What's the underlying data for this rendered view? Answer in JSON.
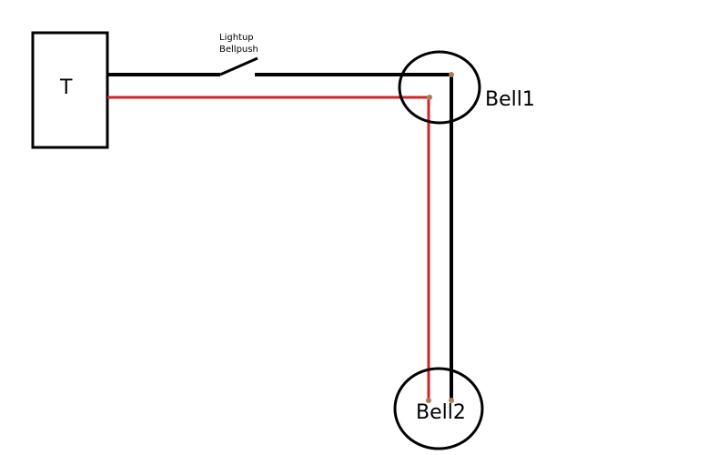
{
  "diagram": {
    "transformer": {
      "label": "T"
    },
    "switch": {
      "label_line1": "Lightup",
      "label_line2": "Bellpush"
    },
    "bell1": {
      "label": "Bell1"
    },
    "bell2": {
      "label": "Bell2"
    },
    "colors": {
      "black_wire": "#000000",
      "red_wire": "#d2232a",
      "terminal": "#a87e5a",
      "background": "#ffffff"
    }
  }
}
